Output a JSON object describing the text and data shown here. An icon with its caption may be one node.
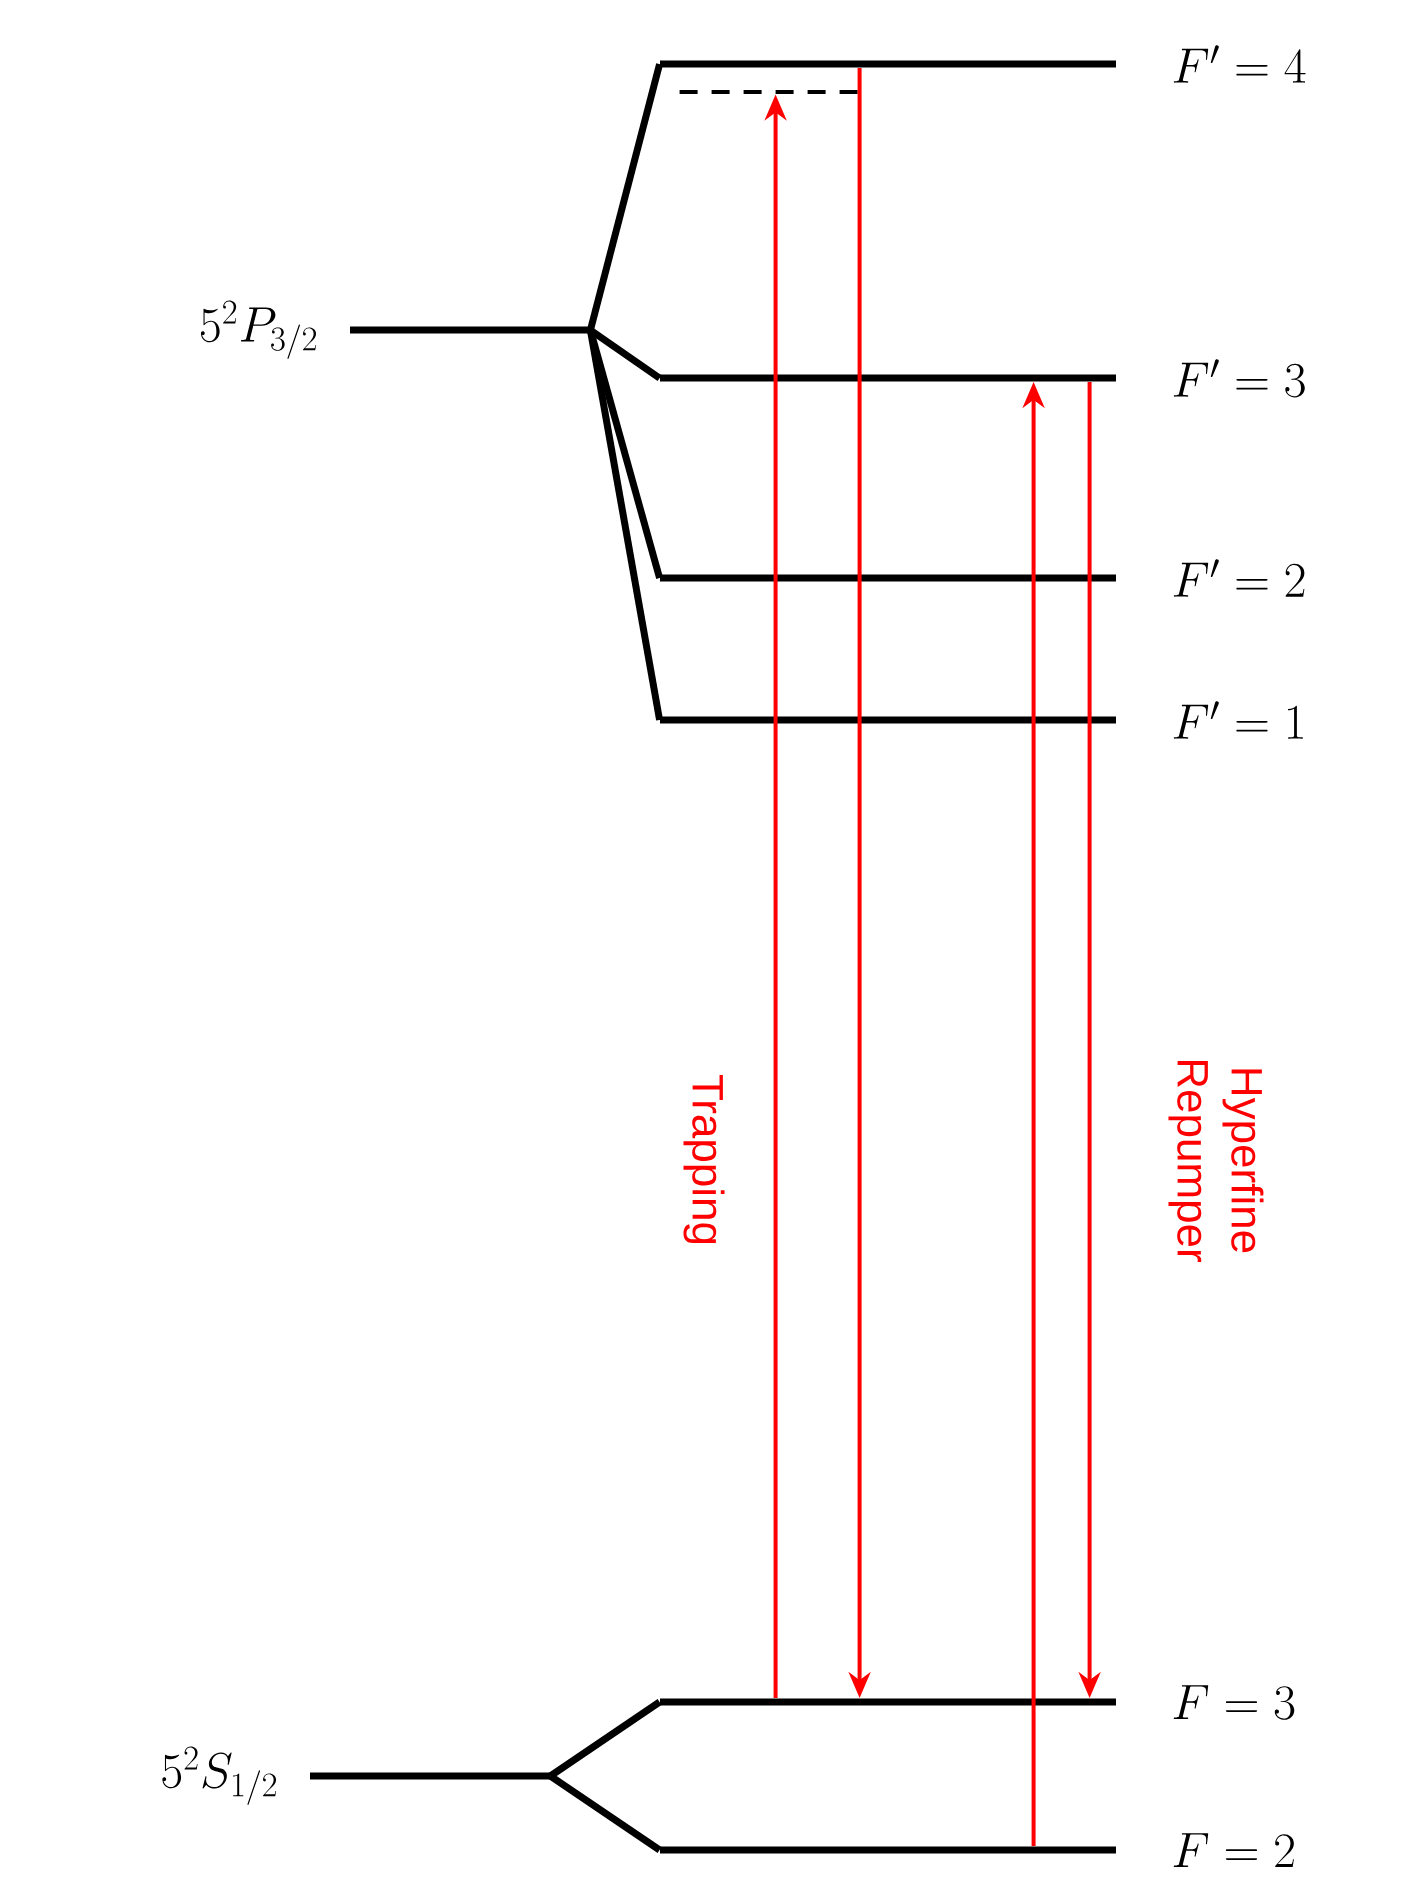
{
  "diagram": {
    "nodes": [
      {
        "text": [
          "5^2P_{3/2}"
        ]
      },
      {
        "text": [
          "F' = 4"
        ]
      },
      {
        "text": [
          "F' = 3"
        ]
      },
      {
        "text": [
          "F' = 2"
        ]
      },
      {
        "text": [
          "F' = 1"
        ]
      },
      {
        "text": [
          "5^2S_{1/2}"
        ]
      },
      {
        "text": [
          "F = 3"
        ]
      },
      {
        "text": [
          "F = 2"
        ]
      },
      {
        "text": [],
        "shape": "bar"
      }
    ],
    "edges": [
      {
        "from": 0,
        "to": 1,
        "arrow": "none"
      },
      {
        "from": 0,
        "to": 2,
        "arrow": "none"
      },
      {
        "from": 0,
        "to": 3,
        "arrow": "none"
      },
      {
        "from": 0,
        "to": 4,
        "arrow": "none"
      },
      {
        "from": 5,
        "to": 6,
        "arrow": "none"
      },
      {
        "from": 5,
        "to": 7,
        "arrow": "none"
      },
      {
        "from": 6,
        "to": 8,
        "arrow": "to",
        "color": "#ff0000",
        "label": "Trapping"
      },
      {
        "from": 1,
        "to": 6,
        "arrow": "to",
        "color": "#ff0000"
      },
      {
        "from": 7,
        "to": 2,
        "arrow": "to",
        "color": "#ff0000",
        "label": "Hyperfine Repumper"
      },
      {
        "from": 2,
        "to": 6,
        "arrow": "to",
        "color": "#ff0000"
      }
    ]
  }
}
